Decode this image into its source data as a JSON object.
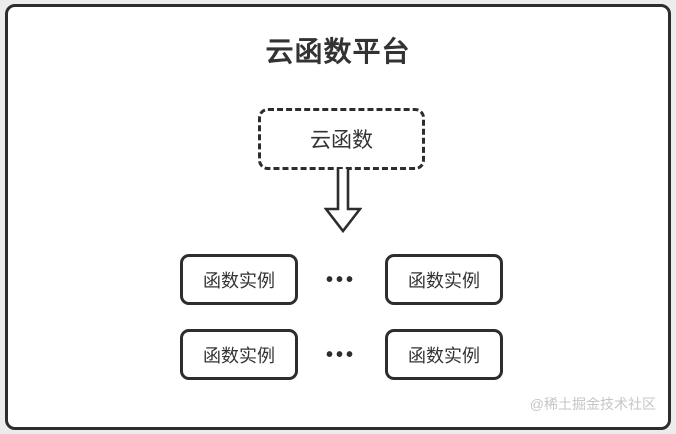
{
  "title": "云函数平台",
  "cloud_box": {
    "label": "云函数"
  },
  "instances": {
    "rows": [
      {
        "left": "函数实例",
        "dots": "•••",
        "right": "函数实例"
      },
      {
        "left": "函数实例",
        "dots": "•••",
        "right": "函数实例"
      }
    ]
  },
  "watermark": "@稀土掘金技术社区",
  "colors": {
    "bg": "#ececec",
    "card": "#ffffff",
    "border": "#2d2d2d",
    "text": "#333333",
    "watermark": "#c5c5c5"
  }
}
